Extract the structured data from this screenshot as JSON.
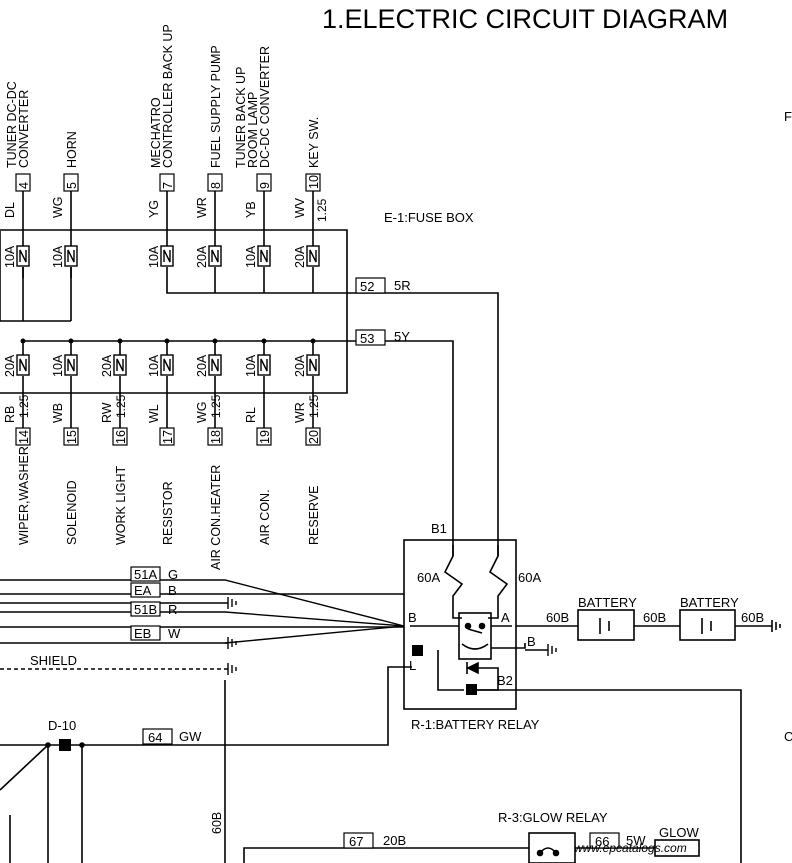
{
  "title": "1.ELECTRIC CIRCUIT DIAGRAM",
  "edge_letters": {
    "top": "F",
    "bottom": "C"
  },
  "fuse_box": {
    "label": "E-1:FUSE BOX",
    "top_row": [
      {
        "no": "4",
        "wire": "DL",
        "wire_sub": "",
        "rating": "10A",
        "load": [
          "TUNER DC-DC",
          "CONVERTER"
        ]
      },
      {
        "no": "5",
        "wire": "WG",
        "wire_sub": "",
        "rating": "10A",
        "load": [
          "HORN"
        ]
      },
      {
        "no": "7",
        "wire": "YG",
        "wire_sub": "",
        "rating": "10A",
        "load": [
          "MECHATRO",
          "CONTROLLER BACK UP"
        ]
      },
      {
        "no": "8",
        "wire": "WR",
        "wire_sub": "",
        "rating": "20A",
        "load": [
          "FUEL SUPPLY PUMP"
        ]
      },
      {
        "no": "9",
        "wire": "YB",
        "wire_sub": "",
        "rating": "10A",
        "load": [
          "TUNER BACK UP",
          "ROOM LAMP",
          "DC-DC CONVERTER"
        ]
      },
      {
        "no": "10",
        "wire": "WV",
        "wire_sub": "1.25",
        "rating": "20A",
        "load": [
          "KEY SW."
        ]
      }
    ],
    "bottom_row": [
      {
        "no": "14",
        "wire": "RB",
        "wire_sub": "1.25",
        "rating": "20A",
        "load": "WIPER,WASHER"
      },
      {
        "no": "15",
        "wire": "WB",
        "wire_sub": "",
        "rating": "10A",
        "load": "SOLENOID"
      },
      {
        "no": "16",
        "wire": "RW",
        "wire_sub": "1.25",
        "rating": "20A",
        "load": "WORK LIGHT"
      },
      {
        "no": "17",
        "wire": "WL",
        "wire_sub": "",
        "rating": "10A",
        "load": "RESISTOR"
      },
      {
        "no": "18",
        "wire": "WG",
        "wire_sub": "1.25",
        "rating": "20A",
        "load": "AIR CON.HEATER"
      },
      {
        "no": "19",
        "wire": "RL",
        "wire_sub": "",
        "rating": "10A",
        "load": "AIR CON."
      },
      {
        "no": "20",
        "wire": "WR",
        "wire_sub": "1.25",
        "rating": "20A",
        "load": "RESERVE"
      }
    ],
    "feeds": [
      {
        "no": "52",
        "wire": "5R"
      },
      {
        "no": "53",
        "wire": "5Y"
      }
    ]
  },
  "relay": {
    "label": "R-1:BATTERY RELAY",
    "b1": "B1",
    "b2": "B2",
    "b": "B",
    "a": "A",
    "l": "L",
    "fuse_left": "60A",
    "fuse_right": "60A"
  },
  "cables": [
    {
      "no": "51A",
      "wire": "G"
    },
    {
      "no": "EA",
      "wire": "B"
    },
    {
      "no": "51B",
      "wire": "R"
    },
    {
      "no": "EB",
      "wire": "W"
    }
  ],
  "shield": "SHIELD",
  "battery": {
    "label1": "BATTERY",
    "label2": "BATTERY",
    "wire1": "60B",
    "wire2": "60B",
    "wire3": "60B",
    "ground": "B"
  },
  "d10": "D-10",
  "w64": {
    "no": "64",
    "wire": "GW"
  },
  "w60b": "60B",
  "glow": {
    "label": "R-3:GLOW RELAY",
    "w67": {
      "no": "67",
      "wire": "20B"
    },
    "w66": {
      "no": "66",
      "wire": "5W"
    },
    "glow_label": "GLOW"
  },
  "watermark": "www.epcatalogs.com"
}
